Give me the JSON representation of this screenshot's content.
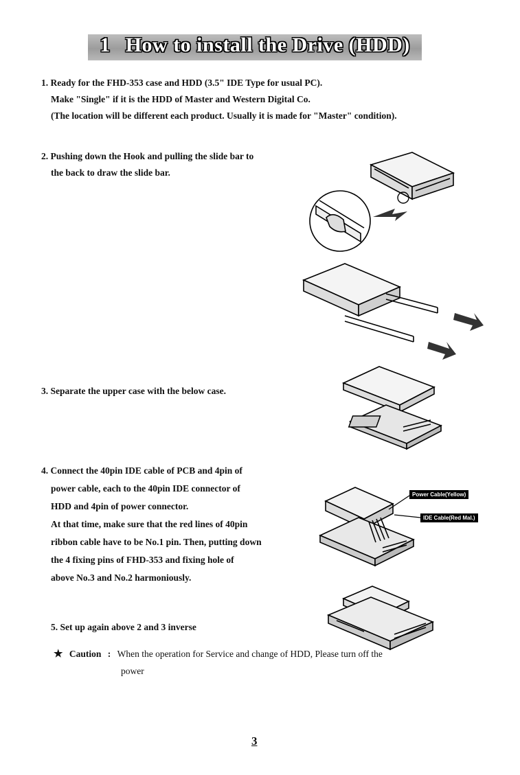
{
  "title": {
    "number": "1",
    "text": "How to install the Drive (HDD)"
  },
  "steps": {
    "s1": {
      "l1": "1. Ready for the FHD-353 case and HDD (3.5\" IDE Type for usual PC).",
      "l2": "Make \"Single\" if it is the HDD of Master and Western Digital Co.",
      "l3": "(The location will be different each product. Usually it is made for \"Master\" condition)."
    },
    "s2": {
      "l1": "2. Pushing down the Hook and pulling the slide bar to",
      "l2": "the back to draw the slide bar."
    },
    "s3": {
      "l1": "3. Separate the upper case with the below case."
    },
    "s4": {
      "l1": "4. Connect the 40pin IDE cable of PCB and 4pin of",
      "l2": "power cable, each to the 40pin IDE connector of",
      "l3": "HDD and 4pin of power connector.",
      "l4": "At that time, make sure that the red lines of 40pin",
      "l5": "ribbon cable have to be No.1 pin. Then, putting down",
      "l6": "the 4 fixing pins of FHD-353 and fixing hole of",
      "l7": "above No.3 and No.2 harmoniously."
    },
    "s5": {
      "l1": "5. Set up again above 2 and 3 inverse"
    }
  },
  "figure_labels": {
    "power_cable": "Power Cable(Yellow)",
    "ide_cable": "IDE Cable(Red Mal.)"
  },
  "caution": {
    "star": "★",
    "label": "Caution",
    "sep": ":",
    "l1": "When the operation for Service and change of  HDD, Please turn off the",
    "l2": "power"
  },
  "page_number": "3"
}
